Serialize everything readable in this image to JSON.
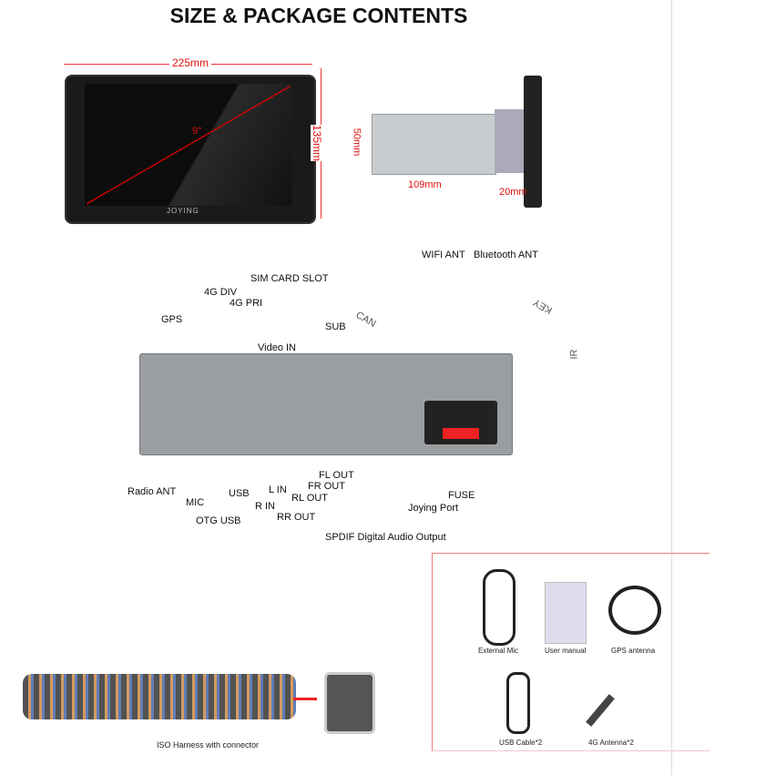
{
  "title": "SIZE & PACKAGE CONTENTS",
  "dimensions": {
    "width": "225mm",
    "height": "135mm",
    "diagonal": "9\"",
    "depth_height": "50mm",
    "depth": "109mm",
    "panel": "20mm",
    "brand": "JOYING"
  },
  "ports": {
    "gps": "GPS",
    "div4g": "4G DIV",
    "pri4g": "4G PRI",
    "sim": "SIM CARD SLOT",
    "video_in": "Video IN",
    "sub": "SUB",
    "wifi": "WIFI ANT",
    "bt": "Bluetooth ANT",
    "radio": "Radio ANT",
    "mic": "MIC",
    "usb": "USB",
    "otg": "OTG USB",
    "lin": "L IN",
    "rin": "R IN",
    "rrout": "RR OUT",
    "rlout": "RL OUT",
    "frout": "FR OUT",
    "flout": "FL OUT",
    "fuse": "FUSE",
    "joying": "Joying Port",
    "spdif": "SPDIF Digital Audio Output",
    "can": "CAN",
    "key": "KEY",
    "ir": "IR"
  },
  "package": {
    "items": [
      "External Mic",
      "User manual",
      "GPS antenna",
      "USB Cable*2",
      "4G Antenna*2"
    ],
    "harness": "ISO Harness with connector"
  }
}
